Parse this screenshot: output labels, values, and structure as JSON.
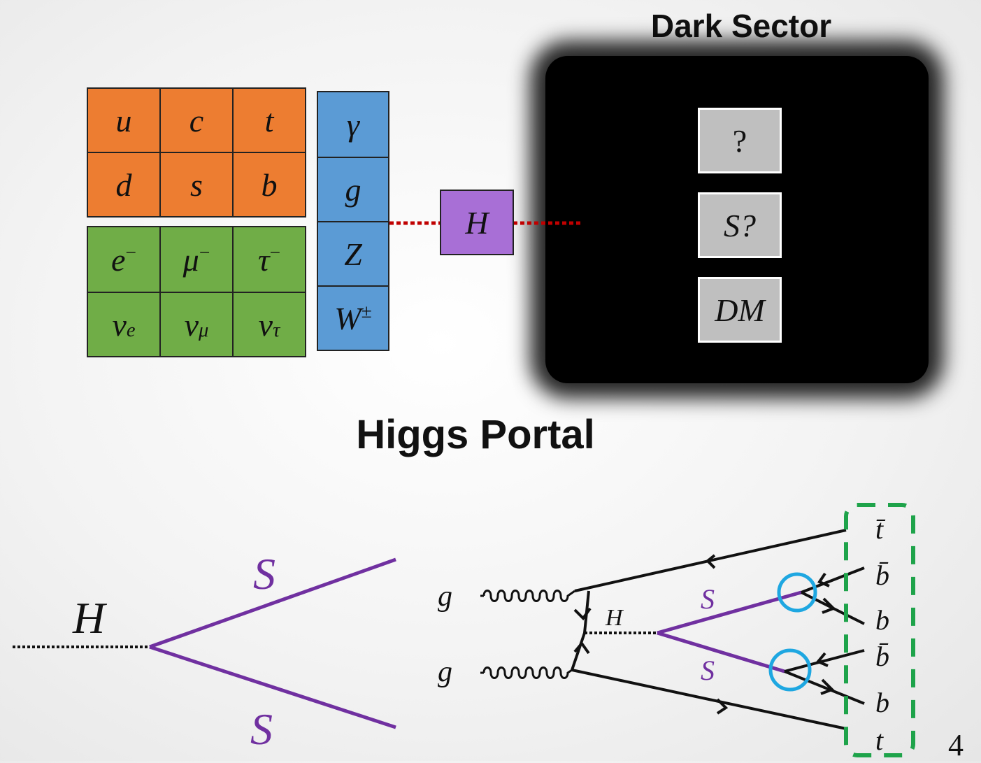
{
  "dark_sector": {
    "title": "Dark Sector",
    "items": [
      "?",
      "S?",
      "DM"
    ]
  },
  "standard_model": {
    "quarks": [
      [
        "u",
        "c",
        "t"
      ],
      [
        "d",
        "s",
        "b"
      ]
    ],
    "leptons": {
      "charged": [
        {
          "base": "e",
          "sup": "−"
        },
        {
          "base": "μ",
          "sup": "−"
        },
        {
          "base": "τ",
          "sup": "−"
        }
      ],
      "neutrinos": [
        {
          "base": "ν",
          "sub": "e"
        },
        {
          "base": "ν",
          "sub": "μ"
        },
        {
          "base": "ν",
          "sub": "τ"
        }
      ]
    },
    "bosons": [
      {
        "base": "γ",
        "sup": ""
      },
      {
        "base": "g",
        "sup": ""
      },
      {
        "base": "Z",
        "sup": ""
      },
      {
        "base": "W",
        "sup": "±"
      }
    ],
    "higgs": "H"
  },
  "portal_title": "Higgs Portal",
  "left_diagram": {
    "incoming": "H",
    "outgoing_top": "S",
    "outgoing_bottom": "S"
  },
  "right_diagram": {
    "gluon_top": "g",
    "gluon_bottom": "g",
    "higgs": "H",
    "scalar_top": "S",
    "scalar_bottom": "S",
    "final_states": [
      "t̄",
      "b̄",
      "b",
      "b̄",
      "b",
      "t"
    ]
  },
  "page_number": "4",
  "colors": {
    "quark": "#ed7d31",
    "lepton": "#70ad47",
    "boson": "#5b9bd5",
    "higgs": "#a86fd6",
    "dark_item": "#bfbfbf",
    "portal_line": "#c00000",
    "scalar": "#7030a0",
    "circle": "#1ea7e1",
    "box": "#1ea34a"
  }
}
